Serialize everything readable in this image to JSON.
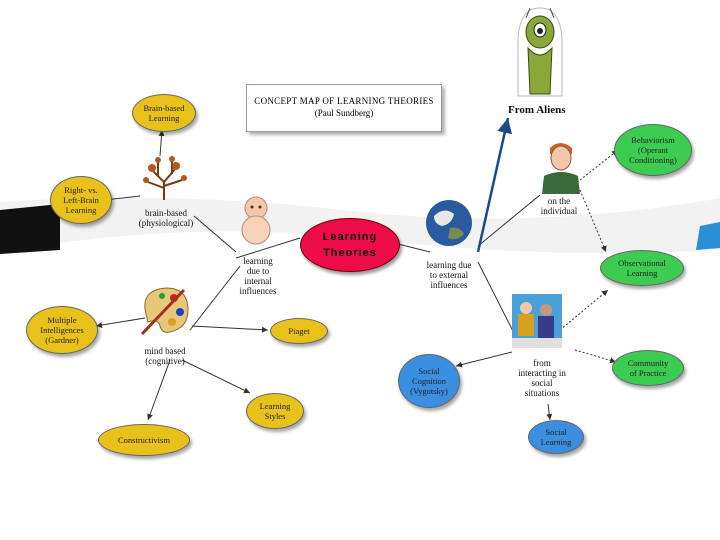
{
  "title": {
    "line1": "CONCEPT MAP OF LEARNING THEORIES",
    "line2": "(Paul Sundberg)"
  },
  "center": {
    "line1": "Learning",
    "line2": "Theories"
  },
  "aliens_label": "From  Aliens",
  "labels": {
    "brain_based_physio": "brain-based\n(physiological)",
    "internal": "learning\ndue to\ninternal\ninfluences",
    "external": "learning due\nto external\ninfluences",
    "individual": "on the\nindividual",
    "mind_based": "mind based\n(cognitive)",
    "interacting": "from\ninteracting in\nsocial\nsituations"
  },
  "nodes": {
    "brain_based_learning": "Brain-based\nLearning",
    "right_left": "Right- vs.\nLeft-Brain\nLearning",
    "multiple_intelligences": "Multiple\nIntelligences\n(Gardner)",
    "piaget": "Piaget",
    "learning_styles": "Learning\nStyles",
    "constructivism": "Constructivism",
    "behaviorism": "Behaviorism\n(Operant\nConditioning)",
    "observational": "Observational\nLearning",
    "community": "Community\nof Practice",
    "social_cognition": "Social\nCognition\n(Vygotsky)",
    "social_learning": "Social\nLearning"
  },
  "colors": {
    "center": "#ee0c48",
    "yellow": "#e8c21a",
    "green": "#3ccc52",
    "blue": "#3a8fe0",
    "link": "#1a4a8a"
  }
}
